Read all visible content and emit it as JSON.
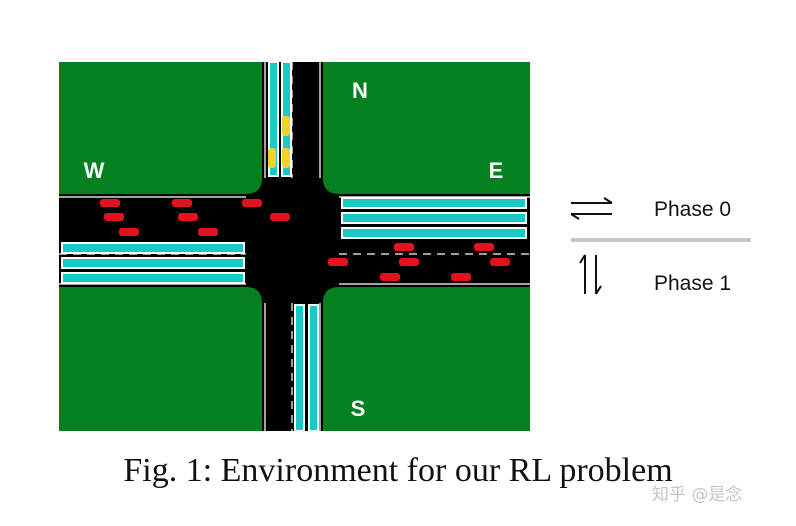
{
  "directions": {
    "north": "N",
    "south": "S",
    "east": "E",
    "west": "W"
  },
  "phases": [
    {
      "label": "Phase 0",
      "icon": "horizontal-arrows-icon"
    },
    {
      "label": "Phase 1",
      "icon": "vertical-arrows-icon"
    }
  ],
  "caption": "Fig. 1: Environment for our RL problem",
  "watermark": "知乎 @是念",
  "colors": {
    "grass": "#05801f",
    "road": "#000000",
    "lane": "#19c9c7",
    "car_ew": "#e4121d",
    "car_ns": "#f2d22b",
    "phase_divider": "#c8c8c8"
  }
}
